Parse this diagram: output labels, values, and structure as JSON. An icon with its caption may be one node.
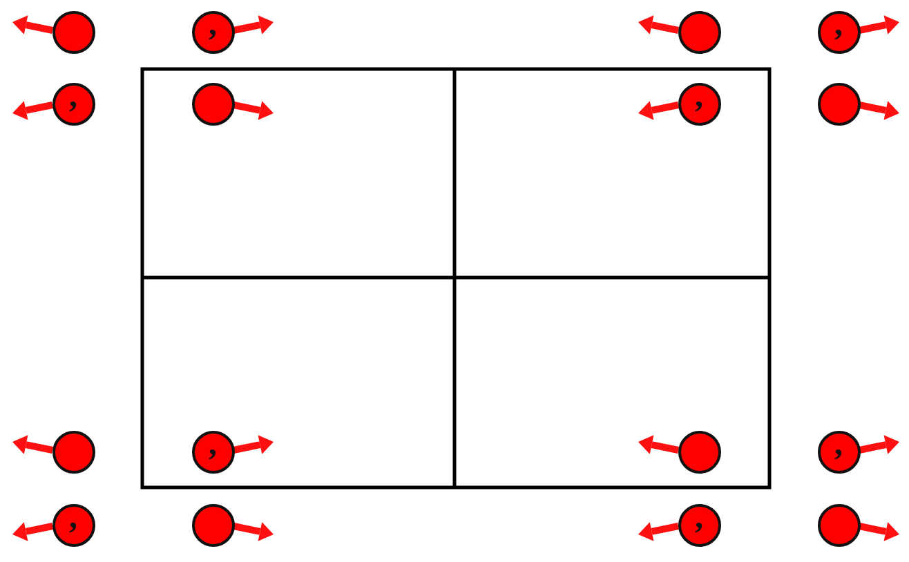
{
  "diagram": {
    "nodes": [
      {
        "text": [],
        "shape": "circle"
      },
      {
        "text": [
          ","
        ]
      },
      {
        "text": [],
        "shape": "circle"
      },
      {
        "text": [
          ","
        ]
      },
      {
        "text": [
          ","
        ]
      },
      {
        "text": [],
        "shape": "circle"
      },
      {
        "text": [
          ","
        ]
      },
      {
        "text": [],
        "shape": "circle"
      },
      {
        "text": [],
        "shape": "circle"
      },
      {
        "text": [
          ","
        ]
      },
      {
        "text": [],
        "shape": "circle"
      },
      {
        "text": [
          ","
        ]
      },
      {
        "text": [
          ","
        ]
      },
      {
        "text": [],
        "shape": "circle"
      },
      {
        "text": [
          ","
        ]
      },
      {
        "text": [],
        "shape": "circle"
      }
    ]
  }
}
